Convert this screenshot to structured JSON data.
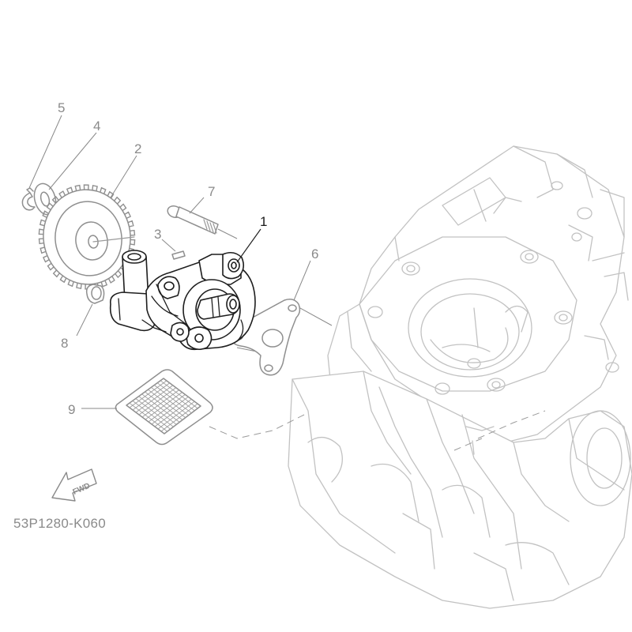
{
  "callouts": {
    "c1": "1",
    "c2": "2",
    "c3": "3",
    "c4": "4",
    "c5": "5",
    "c6": "6",
    "c7": "7",
    "c8": "8",
    "c9": "9"
  },
  "arrow_label": "FWD",
  "diagram_code": "53P1280-K060",
  "colors": {
    "highlight_part": "#1e1e1e",
    "other_parts": "#8f8f8f",
    "engine_outline": "#c2c2c2"
  }
}
